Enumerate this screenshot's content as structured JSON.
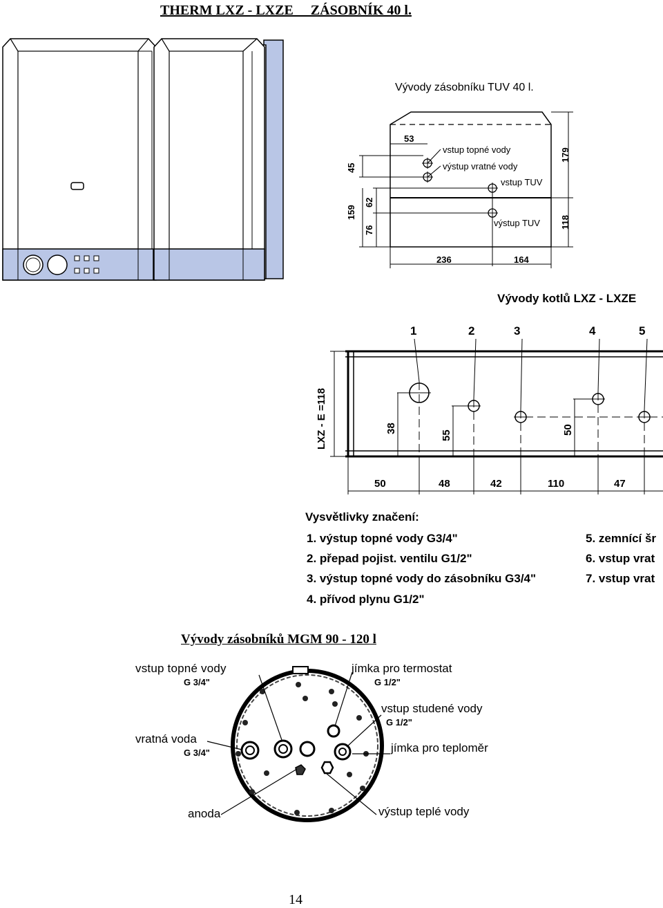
{
  "header": {
    "title": "THERM LXZ - LXZE     ZÁSOBNÍK 40 l."
  },
  "tank40": {
    "title": "Vývody zásobníku TUV 40 l.",
    "labels": {
      "vstup_topne": "vstup topné vody",
      "vystup_vratne": "výstup vratné vody",
      "vstup_tuv": "vstup TUV",
      "vystup_tuv": "výstup TUV"
    },
    "dims": {
      "d53": "53",
      "d45": "45",
      "d179": "179",
      "d62": "62",
      "d159": "159",
      "d76": "76",
      "d118": "118",
      "d236": "236",
      "d164": "164"
    }
  },
  "boiler": {
    "title": "Vývody kotlů LXZ - LXZE",
    "side_label": "LXZ - E =118",
    "numbers": [
      "1",
      "2",
      "3",
      "4",
      "5"
    ],
    "vdims": {
      "d38": "38",
      "d55": "55",
      "d50": "50"
    },
    "hdims": [
      "50",
      "48",
      "42",
      "110",
      "47"
    ]
  },
  "legend": {
    "heading": "Vysvětlivky značení:",
    "items": [
      "1. výstup topné vody G3/4\"",
      "2. přepad pojist. ventilu G1/2\"",
      "3. výstup topné vody do zásobníku G3/4\"",
      "4. přívod plynu G1/2\"",
      "5. zemnící šr",
      "6. vstup vrat",
      "7. vstup vrat"
    ]
  },
  "mgm": {
    "title": "Vývody zásobníků MGM 90 - 120 l",
    "labels": {
      "vstup_topne": "vstup topné vody",
      "vstup_topne_size": "G 3/4\"",
      "vratna": "vratná voda",
      "vratna_size": "G 3/4\"",
      "anoda": "anoda",
      "jimka_termostat": "jímka pro termostat",
      "jimka_termostat_size": "G 1/2\"",
      "vstup_studene": "vstup studené vody",
      "vstup_studene_size": "G 1/2\"",
      "jimka_teplomer": "jímka pro teploměr",
      "vystup_teple": "výstup teplé vody"
    }
  },
  "footer": {
    "page_number": "14"
  },
  "colors": {
    "panel_blue": "#b9c6e6",
    "panel_edge": "#6f7fb0",
    "line": "#000000"
  }
}
